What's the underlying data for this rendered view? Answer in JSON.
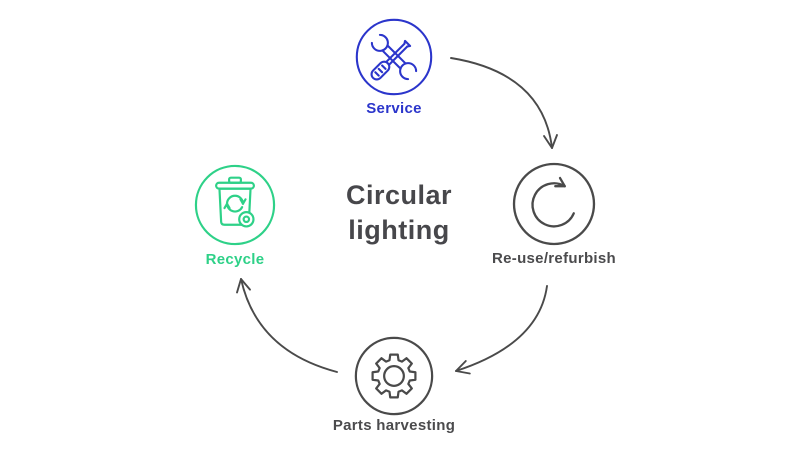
{
  "diagram": {
    "title": {
      "line1": "Circular",
      "line2": "lighting"
    },
    "nodes": [
      {
        "id": "service",
        "label": "Service",
        "icon": "tools-icon",
        "accent": "#2b35cb"
      },
      {
        "id": "reuse-refurbish",
        "label": "Re-use/refurbish",
        "icon": "circular-arrow-icon",
        "accent": "#4b4b4d"
      },
      {
        "id": "parts-harvesting",
        "label": "Parts harvesting",
        "icon": "gear-icon",
        "accent": "#4b4b4d"
      },
      {
        "id": "recycle",
        "label": "Recycle",
        "icon": "recycle-bin-icon",
        "accent": "#2ed188"
      }
    ],
    "arrows": [
      {
        "from": "service",
        "to": "reuse-refurbish"
      },
      {
        "from": "reuse-refurbish",
        "to": "parts-harvesting"
      },
      {
        "from": "parts-harvesting",
        "to": "recycle"
      }
    ],
    "colors": {
      "blue": "#2b35cb",
      "green": "#2ed188",
      "dark_gray": "#4b4b4d",
      "background": "#ffffff"
    }
  }
}
